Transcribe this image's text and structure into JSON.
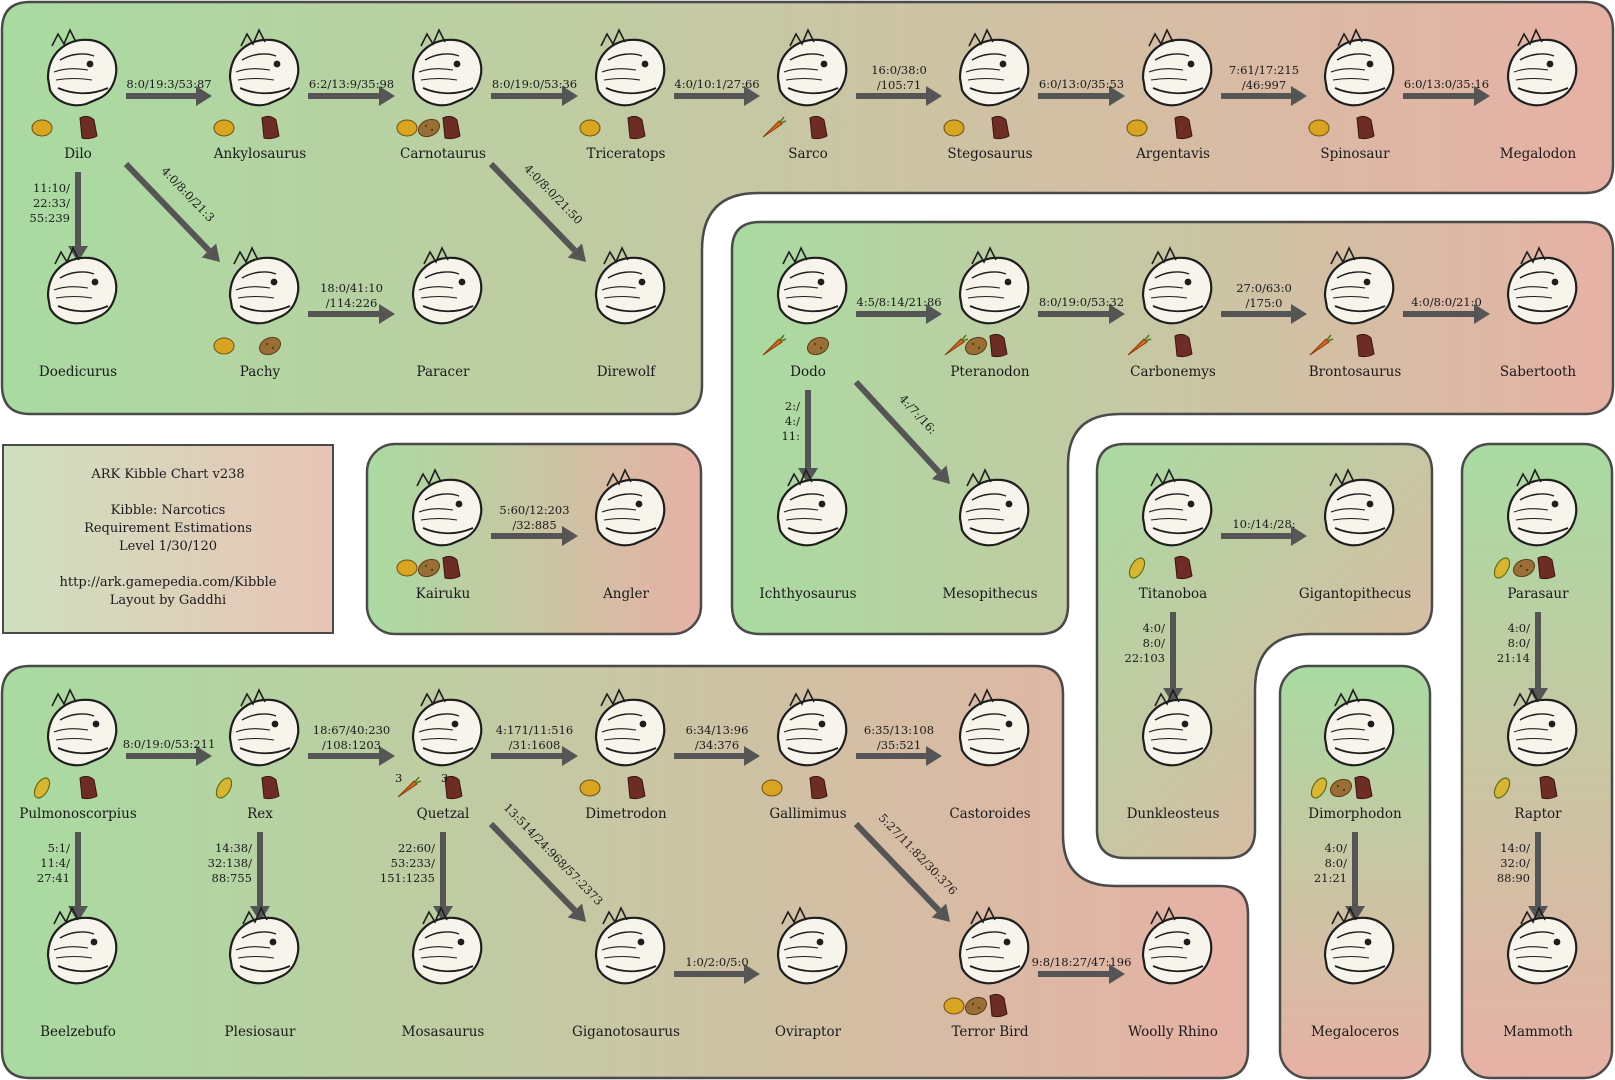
{
  "info": {
    "title": "ARK Kibble Chart v238",
    "line1": "Kibble: Narcotics",
    "line2": "Requirement Estimations",
    "line3": "Level 1/30/120",
    "url": "http://ark.gamepedia.com/Kibble",
    "credit": "Layout by Gaddhi"
  },
  "colors": {
    "panel_green": "#a8dba0",
    "panel_rose": "#e6b1a4",
    "panel_border": "#4a4a4a",
    "arrow": "#555555",
    "egg_yellow": "#d9a520",
    "egg_brown": "#9a6f35",
    "meat_red": "#6e2d24",
    "carrot": "#d2691e"
  },
  "nodes": [
    {
      "id": "dilo",
      "label": "Dilo",
      "icon": "dilophosaurus-head-icon",
      "items": [
        "egg",
        "meat"
      ]
    },
    {
      "id": "ankylosaurus",
      "label": "Ankylosaurus",
      "icon": "ankylosaurus-head-icon",
      "items": [
        "egg",
        "meat"
      ]
    },
    {
      "id": "carnotaurus",
      "label": "Carnotaurus",
      "icon": "carnotaurus-head-icon",
      "items": [
        "egg",
        "potato",
        "meat"
      ]
    },
    {
      "id": "triceratops",
      "label": "Triceratops",
      "icon": "triceratops-head-icon",
      "items": [
        "egg",
        "meat"
      ]
    },
    {
      "id": "sarco",
      "label": "Sarco",
      "icon": "sarco-head-icon",
      "items": [
        "carrot",
        "meat"
      ]
    },
    {
      "id": "stegosaurus",
      "label": "Stegosaurus",
      "icon": "stegosaurus-head-icon",
      "items": [
        "egg",
        "meat"
      ]
    },
    {
      "id": "argentavis",
      "label": "Argentavis",
      "icon": "argentavis-head-icon",
      "items": [
        "egg",
        "meat"
      ]
    },
    {
      "id": "spinosaur",
      "label": "Spinosaur",
      "icon": "spinosaur-head-icon",
      "items": [
        "egg",
        "meat"
      ]
    },
    {
      "id": "megalodon",
      "label": "Megalodon",
      "icon": "megalodon-head-icon",
      "items": []
    },
    {
      "id": "doedicurus",
      "label": "Doedicurus",
      "icon": "doedicurus-head-icon",
      "items": []
    },
    {
      "id": "pachy",
      "label": "Pachy",
      "icon": "pachy-head-icon",
      "items": [
        "egg",
        "potato"
      ]
    },
    {
      "id": "paracer",
      "label": "Paracer",
      "icon": "paracer-head-icon",
      "items": []
    },
    {
      "id": "direwolf",
      "label": "Direwolf",
      "icon": "direwolf-head-icon",
      "items": []
    },
    {
      "id": "dodo",
      "label": "Dodo",
      "icon": "dodo-head-icon",
      "items": [
        "carrot",
        "potato"
      ]
    },
    {
      "id": "pteranodon",
      "label": "Pteranodon",
      "icon": "pteranodon-head-icon",
      "items": [
        "carrot",
        "potato",
        "meat"
      ]
    },
    {
      "id": "carbonemys",
      "label": "Carbonemys",
      "icon": "carbonemys-head-icon",
      "items": [
        "carrot",
        "meat"
      ]
    },
    {
      "id": "brontosaurus",
      "label": "Brontosaurus",
      "icon": "brontosaurus-head-icon",
      "items": [
        "carrot",
        "meat"
      ]
    },
    {
      "id": "sabertooth",
      "label": "Sabertooth",
      "icon": "sabertooth-head-icon",
      "items": []
    },
    {
      "id": "ichthyosaurus",
      "label": "Ichthyosaurus",
      "icon": "ichthyosaurus-head-icon",
      "items": []
    },
    {
      "id": "mesopithecus",
      "label": "Mesopithecus",
      "icon": "mesopithecus-head-icon",
      "items": []
    },
    {
      "id": "kairuku",
      "label": "Kairuku",
      "icon": "kairuku-head-icon",
      "items": [
        "egg",
        "potato",
        "meat"
      ]
    },
    {
      "id": "angler",
      "label": "Angler",
      "icon": "angler-icon",
      "items": []
    },
    {
      "id": "titanoboa",
      "label": "Titanoboa",
      "icon": "titanoboa-head-icon",
      "items": [
        "corn",
        "meat"
      ]
    },
    {
      "id": "gigantopithecus",
      "label": "Gigantopithecus",
      "icon": "gigantopithecus-head-icon",
      "items": []
    },
    {
      "id": "dunkleosteus",
      "label": "Dunkleosteus",
      "icon": "dunkleosteus-head-icon",
      "items": []
    },
    {
      "id": "parasaur",
      "label": "Parasaur",
      "icon": "parasaur-head-icon",
      "items": [
        "corn",
        "potato",
        "meat"
      ]
    },
    {
      "id": "raptor",
      "label": "Raptor",
      "icon": "raptor-head-icon",
      "items": [
        "corn",
        "meat"
      ]
    },
    {
      "id": "mammoth",
      "label": "Mammoth",
      "icon": "mammoth-head-icon",
      "items": []
    },
    {
      "id": "dimorphodon",
      "label": "Dimorphodon",
      "icon": "dimorphodon-head-icon",
      "items": [
        "corn",
        "potato",
        "meat"
      ]
    },
    {
      "id": "megaloceros",
      "label": "Megaloceros",
      "icon": "megaloceros-head-icon",
      "items": []
    },
    {
      "id": "pulmonoscorpius",
      "label": "Pulmonoscorpius",
      "icon": "pulmonoscorpius-icon",
      "items": [
        "corn",
        "meat"
      ]
    },
    {
      "id": "rex",
      "label": "Rex",
      "icon": "rex-head-icon",
      "items": [
        "corn",
        "meat"
      ]
    },
    {
      "id": "quetzal",
      "label": "Quetzal",
      "icon": "quetzal-head-icon",
      "items": [
        "carrot",
        "meat"
      ],
      "item_counts": [
        "3",
        "3"
      ]
    },
    {
      "id": "dimetrodon",
      "label": "Dimetrodon",
      "icon": "dimetrodon-head-icon",
      "items": [
        "egg",
        "meat"
      ]
    },
    {
      "id": "gallimimus",
      "label": "Gallimimus",
      "icon": "gallimimus-head-icon",
      "items": [
        "egg",
        "meat"
      ]
    },
    {
      "id": "castoroides",
      "label": "Castoroides",
      "icon": "castoroides-head-icon",
      "items": []
    },
    {
      "id": "beelzebufo",
      "label": "Beelzebufo",
      "icon": "beelzebufo-head-icon",
      "items": []
    },
    {
      "id": "plesiosaur",
      "label": "Plesiosaur",
      "icon": "plesiosaur-head-icon",
      "items": []
    },
    {
      "id": "mosasaurus",
      "label": "Mosasaurus",
      "icon": "mosasaurus-head-icon",
      "items": []
    },
    {
      "id": "giganotosaurus",
      "label": "Giganotosaurus",
      "icon": "giganotosaurus-head-icon",
      "items": []
    },
    {
      "id": "oviraptor",
      "label": "Oviraptor",
      "icon": "oviraptor-head-icon",
      "items": []
    },
    {
      "id": "terror_bird",
      "label": "Terror Bird",
      "icon": "terror-bird-head-icon",
      "items": [
        "egg",
        "potato",
        "meat"
      ]
    },
    {
      "id": "woolly_rhino",
      "label": "Woolly Rhino",
      "icon": "woolly-rhino-head-icon",
      "items": []
    }
  ],
  "edges": [
    {
      "from": "dilo",
      "to": "ankylosaurus",
      "label": [
        "8:0/19:3/53:87"
      ]
    },
    {
      "from": "ankylosaurus",
      "to": "carnotaurus",
      "label": [
        "6:2/13:9/35:98"
      ]
    },
    {
      "from": "carnotaurus",
      "to": "triceratops",
      "label": [
        "8:0/19:0/53:36"
      ]
    },
    {
      "from": "triceratops",
      "to": "sarco",
      "label": [
        "4:0/10:1/27:66"
      ]
    },
    {
      "from": "sarco",
      "to": "stegosaurus",
      "label": [
        "16:0/38:0",
        "/105:71"
      ]
    },
    {
      "from": "stegosaurus",
      "to": "argentavis",
      "label": [
        "6:0/13:0/35:53"
      ]
    },
    {
      "from": "argentavis",
      "to": "spinosaur",
      "label": [
        "7:61/17:215",
        "/46:997"
      ]
    },
    {
      "from": "spinosaur",
      "to": "megalodon",
      "label": [
        "6:0/13:0/35:16"
      ]
    },
    {
      "from": "dilo",
      "to": "doedicurus",
      "label": [
        "11:10/",
        "22:33/",
        "55:239"
      ]
    },
    {
      "from": "dilo",
      "to": "pachy",
      "label": [
        "4:0/8:0/21:3"
      ]
    },
    {
      "from": "pachy",
      "to": "paracer",
      "label": [
        "18:0/41:10",
        "/114:226"
      ]
    },
    {
      "from": "carnotaurus",
      "to": "direwolf",
      "label": [
        "4:0/8:0/21:50"
      ]
    },
    {
      "from": "dodo",
      "to": "pteranodon",
      "label": [
        "4:5/8:14/21:86"
      ]
    },
    {
      "from": "pteranodon",
      "to": "carbonemys",
      "label": [
        "8:0/19:0/53:32"
      ]
    },
    {
      "from": "carbonemys",
      "to": "brontosaurus",
      "label": [
        "27:0/63:0",
        "/175:0"
      ]
    },
    {
      "from": "brontosaurus",
      "to": "sabertooth",
      "label": [
        "4:0/8:0/21:0"
      ]
    },
    {
      "from": "dodo",
      "to": "ichthyosaurus",
      "label": [
        "2:/",
        "4:/",
        "11:"
      ]
    },
    {
      "from": "dodo",
      "to": "mesopithecus",
      "label": [
        "4:/7:/16:"
      ]
    },
    {
      "from": "kairuku",
      "to": "angler",
      "label": [
        "5:60/12:203",
        "/32:885"
      ]
    },
    {
      "from": "titanoboa",
      "to": "gigantopithecus",
      "label": [
        "10:/14:/28:"
      ]
    },
    {
      "from": "titanoboa",
      "to": "dunkleosteus",
      "label": [
        "4:0/",
        "8:0/",
        "22:103"
      ]
    },
    {
      "from": "parasaur",
      "to": "raptor",
      "label": [
        "4:0/",
        "8:0/",
        "21:14"
      ]
    },
    {
      "from": "raptor",
      "to": "mammoth",
      "label": [
        "14:0/",
        "32:0/",
        "88:90"
      ]
    },
    {
      "from": "dimorphodon",
      "to": "megaloceros",
      "label": [
        "4:0/",
        "8:0/",
        "21:21"
      ]
    },
    {
      "from": "pulmonoscorpius",
      "to": "rex",
      "label": [
        "8:0/19:0/53:211"
      ]
    },
    {
      "from": "rex",
      "to": "quetzal",
      "label": [
        "18:67/40:230",
        "/108:1203"
      ]
    },
    {
      "from": "quetzal",
      "to": "dimetrodon",
      "label": [
        "4:171/11:516",
        "/31:1608"
      ]
    },
    {
      "from": "dimetrodon",
      "to": "gallimimus",
      "label": [
        "6:34/13:96",
        "/34:376"
      ]
    },
    {
      "from": "gallimimus",
      "to": "castoroides",
      "label": [
        "6:35/13:108",
        "/35:521"
      ]
    },
    {
      "from": "pulmonoscorpius",
      "to": "beelzebufo",
      "label": [
        "5:1/",
        "11:4/",
        "27:41"
      ]
    },
    {
      "from": "rex",
      "to": "plesiosaur",
      "label": [
        "14:38/",
        "32:138/",
        "88:755"
      ]
    },
    {
      "from": "quetzal",
      "to": "mosasaurus",
      "label": [
        "22:60/",
        "53:233/",
        "151:1235"
      ]
    },
    {
      "from": "quetzal",
      "to": "giganotosaurus",
      "label": [
        "13:514/24:968/57:2373"
      ]
    },
    {
      "from": "giganotosaurus",
      "to": "oviraptor",
      "label": [
        "1:0/2:0/5:0"
      ]
    },
    {
      "from": "gallimimus",
      "to": "terror_bird",
      "label": [
        "5:27/11:82/30:376"
      ]
    },
    {
      "from": "terror_bird",
      "to": "woolly_rhino",
      "label": [
        "9:8/18:27/47:196"
      ]
    }
  ]
}
